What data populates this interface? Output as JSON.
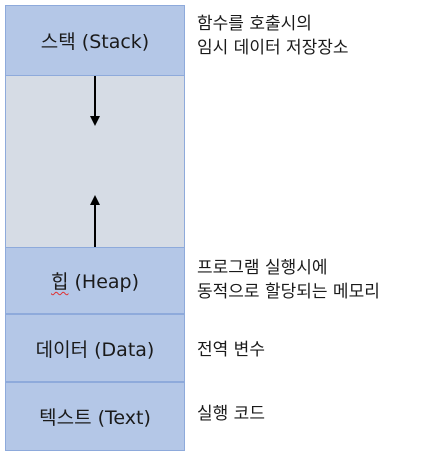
{
  "segments": {
    "stack": {
      "label": "스택 (Stack)"
    },
    "heap": {
      "label_main": "힙",
      "label_rest": " (Heap)"
    },
    "data": {
      "label": "데이터 (Data)"
    },
    "text": {
      "label": "텍스트 (Text)"
    }
  },
  "descriptions": {
    "stack": {
      "line1": "함수를 호출시의",
      "line2": "임시 데이터 저장장소"
    },
    "heap": {
      "line1": "프로그램 실행시에",
      "line2": "동적으로 할당되는 메모리"
    },
    "data": {
      "line1": "전역 변수"
    },
    "text": {
      "line1": "실행 코드"
    }
  },
  "colors": {
    "segment_fill": "#b4c7e7",
    "free_space_fill": "#d6dce5",
    "border": "#8eaadb",
    "arrow": "#000000"
  }
}
